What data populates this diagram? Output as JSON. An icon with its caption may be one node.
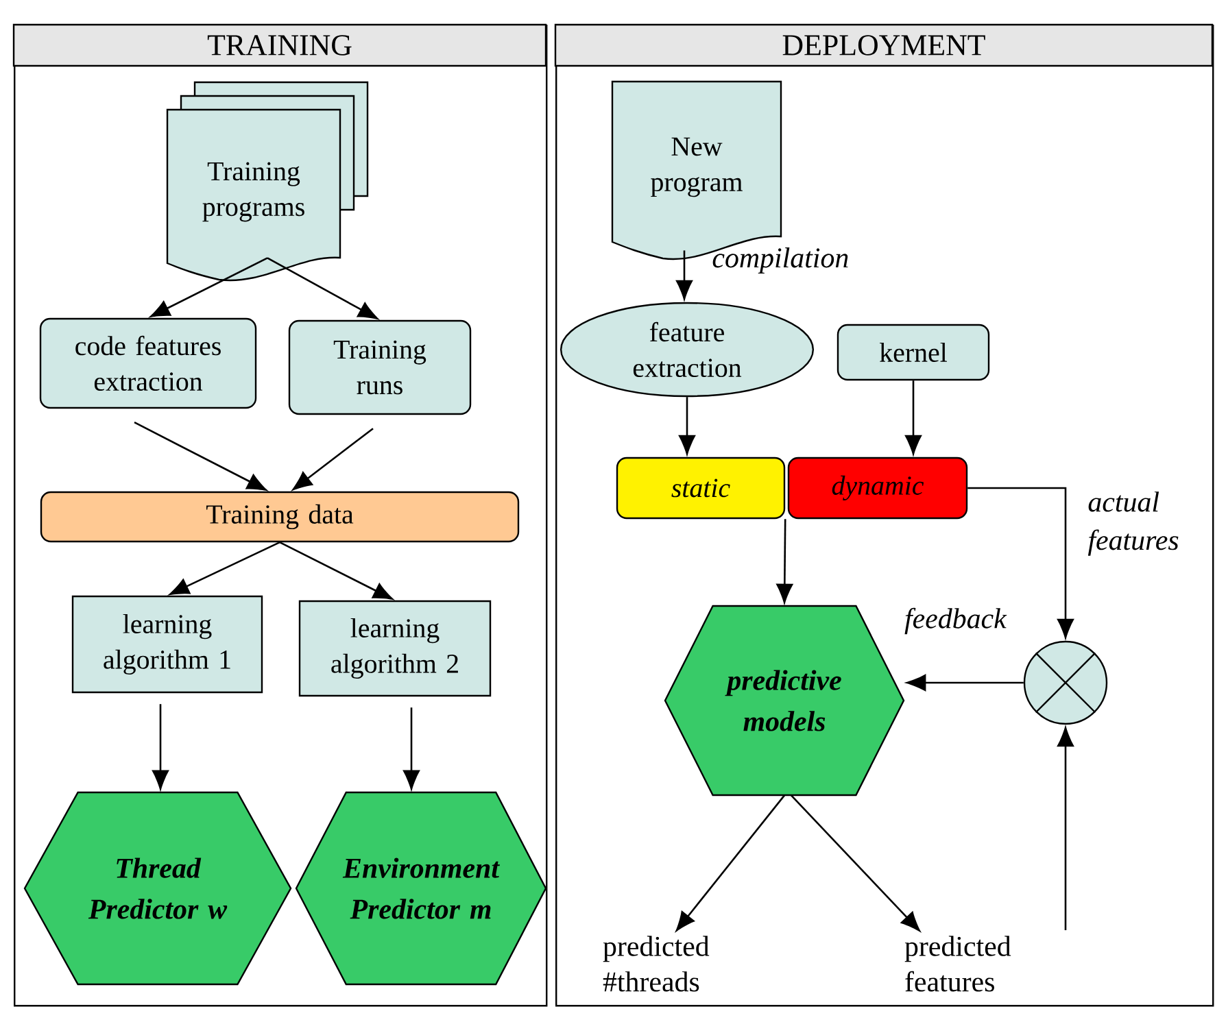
{
  "diagram": {
    "nodes": [
      {
        "text": [
          "TRAINING"
        ]
      },
      {
        "text": [
          "DEPLOYMENT"
        ]
      },
      {
        "text": [
          "Training programs"
        ],
        "in": 0
      },
      {
        "text": [
          "code features extraction"
        ],
        "in": 0
      },
      {
        "text": [
          "Training runs"
        ],
        "in": 0
      },
      {
        "text": [
          "Training data"
        ],
        "in": 0
      },
      {
        "text": [
          "learning algorithm 1"
        ],
        "in": 0
      },
      {
        "text": [
          "learning algorithm 2"
        ],
        "in": 0
      },
      {
        "text": [
          "Thread Predictor w"
        ],
        "in": 0
      },
      {
        "text": [
          "Environment Predictor m"
        ],
        "in": 0
      },
      {
        "text": [
          "New program"
        ],
        "in": 1
      },
      {
        "text": [
          "feature extraction"
        ],
        "in": 1
      },
      {
        "text": [
          "kernel"
        ],
        "in": 1
      },
      {
        "text": [
          "static"
        ],
        "in": 1
      },
      {
        "text": [
          "dynamic"
        ],
        "in": 1
      },
      {
        "text": [
          "predictive models"
        ],
        "in": 1
      },
      {
        "text": [],
        "shape": "circle",
        "in": 1
      },
      {
        "text": [
          "predicted #threads"
        ],
        "in": 1
      },
      {
        "text": [
          "predicted features"
        ],
        "in": 1
      }
    ],
    "edges": [
      {
        "from": 2,
        "to": 3,
        "arrow": "to"
      },
      {
        "from": 2,
        "to": 4,
        "arrow": "to"
      },
      {
        "from": 3,
        "to": 5,
        "arrow": "to"
      },
      {
        "from": 4,
        "to": 5,
        "arrow": "to"
      },
      {
        "from": 5,
        "to": 6,
        "arrow": "to"
      },
      {
        "from": 5,
        "to": 7,
        "arrow": "to"
      },
      {
        "from": 6,
        "to": 8,
        "arrow": "to"
      },
      {
        "from": 7,
        "to": 9,
        "arrow": "to"
      },
      {
        "from": 10,
        "to": 11,
        "arrow": "to",
        "label": "compilation"
      },
      {
        "from": 11,
        "to": 13,
        "arrow": "to"
      },
      {
        "from": 12,
        "to": 14,
        "arrow": "to"
      },
      {
        "from": 13,
        "to": 15,
        "arrow": "to"
      },
      {
        "from": 14,
        "to": 16,
        "arrow": "to",
        "label": "actual features"
      },
      {
        "from": 16,
        "to": 15,
        "arrow": "to",
        "label": "feedback"
      },
      {
        "from": 15,
        "to": 17,
        "arrow": "to"
      },
      {
        "from": 15,
        "to": 18,
        "arrow": "to"
      },
      {
        "from": 18,
        "to": 16,
        "arrow": "to"
      }
    ]
  }
}
